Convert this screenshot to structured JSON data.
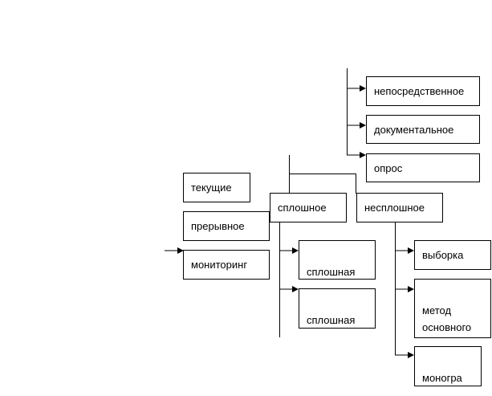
{
  "diagram": {
    "boxes": {
      "neposredstvennoe": "непосредственное",
      "dokumentalnoe": "документальное",
      "opros": "опрос",
      "tekushchie": "текущие",
      "preryvnoe": "прерывное",
      "monitoring": "мониторинг",
      "sploshnoe": "сплошное",
      "nesploshnoe": "несплошное",
      "sploshnaya_perepis": "сплошная\nперепись",
      "sploshnaya_otchetnost": "сплошная\nотчетность",
      "vyborka": "выборка",
      "metod_osnovnogo_massiva": "метод\nосновного\nмассива",
      "monografich": "моногра\nфич."
    },
    "colors": {
      "line": "#000000",
      "box_border": "#000000",
      "background": "#ffffff"
    }
  }
}
